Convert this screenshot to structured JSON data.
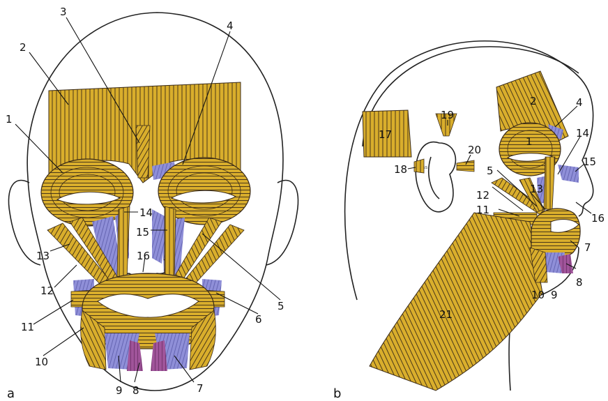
{
  "colors": {
    "muscle_yellow": "#D9AE2C",
    "muscle_stroke": "#3A2A17",
    "muscle_blue": "#8F8FD8",
    "muscle_purple": "#A0549A",
    "outline": "#222222",
    "background": "#FFFFFF"
  },
  "panels": {
    "a": {
      "label": "a"
    },
    "b": {
      "label": "b"
    }
  },
  "labels_a": [
    "1",
    "2",
    "3",
    "4",
    "5",
    "6",
    "7",
    "8",
    "9",
    "10",
    "11",
    "12",
    "13",
    "14",
    "15",
    "16"
  ],
  "labels_b": [
    "1",
    "2",
    "4",
    "5",
    "7",
    "8",
    "9",
    "10",
    "11",
    "12",
    "13",
    "14",
    "15",
    "16",
    "17",
    "18",
    "19",
    "20",
    "21"
  ]
}
